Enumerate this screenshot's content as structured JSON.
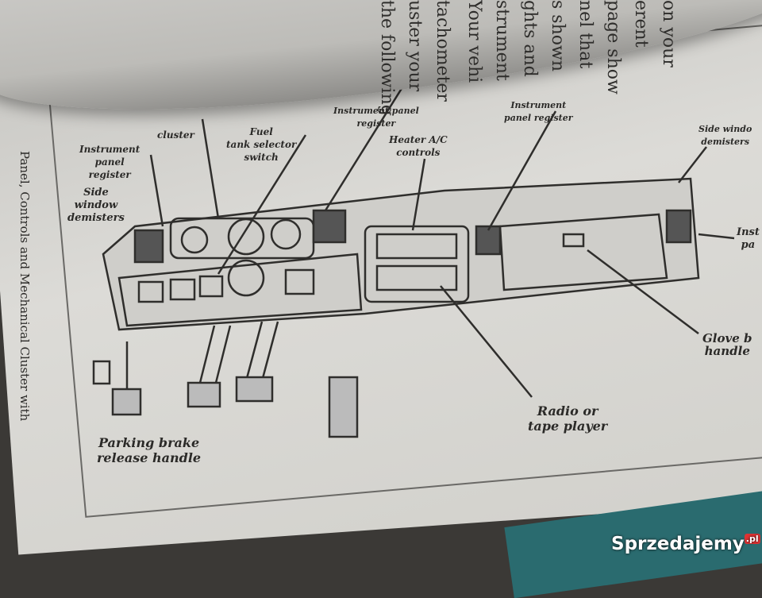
{
  "curled_page_text": [
    "tachometer",
    "uster your",
    "the following",
    "ghts and",
    "strument",
    "Your vehi",
    "nel that",
    "page show",
    "s shown",
    "erent",
    "on your"
  ],
  "side_caption": "Panel, Controls and Mechanical Cluster with",
  "labels": {
    "cluster": "cluster",
    "instrument_panel_register_left": "Instrument\npanel\nregister",
    "side_window_demisters_left": "Side\nwindow\ndemisters",
    "fuel_tank_selector": "Fuel\ntank selector\nswitch",
    "instrument_panel_register_center": "Instrument panel\nregister",
    "heater_ac": "Heater A/C\ncontrols",
    "instrument_panel_register_right": "Instrument\npanel register",
    "side_window_demisters_right": "Side windo\ndemisters",
    "instrument_panel_right": "Inst\npa",
    "glove_box": "Glove b\nhandle",
    "radio": "Radio or\ntape player",
    "parking_brake": "Parking brake\nrelease handle"
  },
  "watermark": {
    "text": "Sprzedajemy",
    "suffix": ".pl"
  }
}
